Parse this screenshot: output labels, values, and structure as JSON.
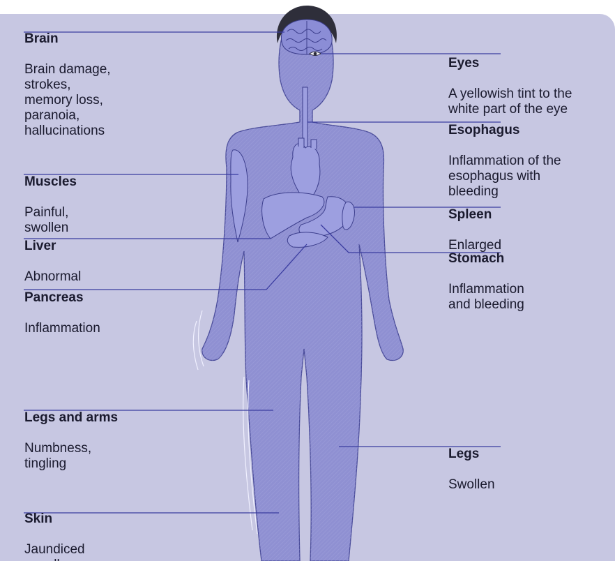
{
  "labels": {
    "brain": {
      "title": "Brain",
      "desc": "Brain damage,\nstrokes,\nmemory loss,\nparanoia,\nhallucinations"
    },
    "eyes": {
      "title": "Eyes",
      "desc": "A yellowish tint to the\nwhite part of the eye"
    },
    "esophagus": {
      "title": "Esophagus",
      "desc": "Inflammation of the\nesophagus with\nbleeding"
    },
    "muscles": {
      "title": "Muscles",
      "desc": "Painful,\nswollen"
    },
    "spleen": {
      "title": "Spleen",
      "desc": "Enlarged"
    },
    "liver": {
      "title": "Liver",
      "desc": "Abnormal"
    },
    "stomach": {
      "title": "Stomach",
      "desc": "Inflammation\nand bleeding"
    },
    "pancreas": {
      "title": "Pancreas",
      "desc": "Inflammation"
    },
    "legs_and_arms": {
      "title": "Legs and arms",
      "desc": "Numbness,\ntingling"
    },
    "legs": {
      "title": "Legs",
      "desc": "Swollen"
    },
    "skin": {
      "title": "Skin",
      "desc": "Jaundiced\nor yellow"
    }
  },
  "colors": {
    "panel": "#c7c7e2",
    "body": "#8f90d2",
    "body_outline": "#4a4c9a",
    "organ": "#9d9fe0",
    "leader_line": "#3a3ca0",
    "hair": "#2e2e3a"
  }
}
